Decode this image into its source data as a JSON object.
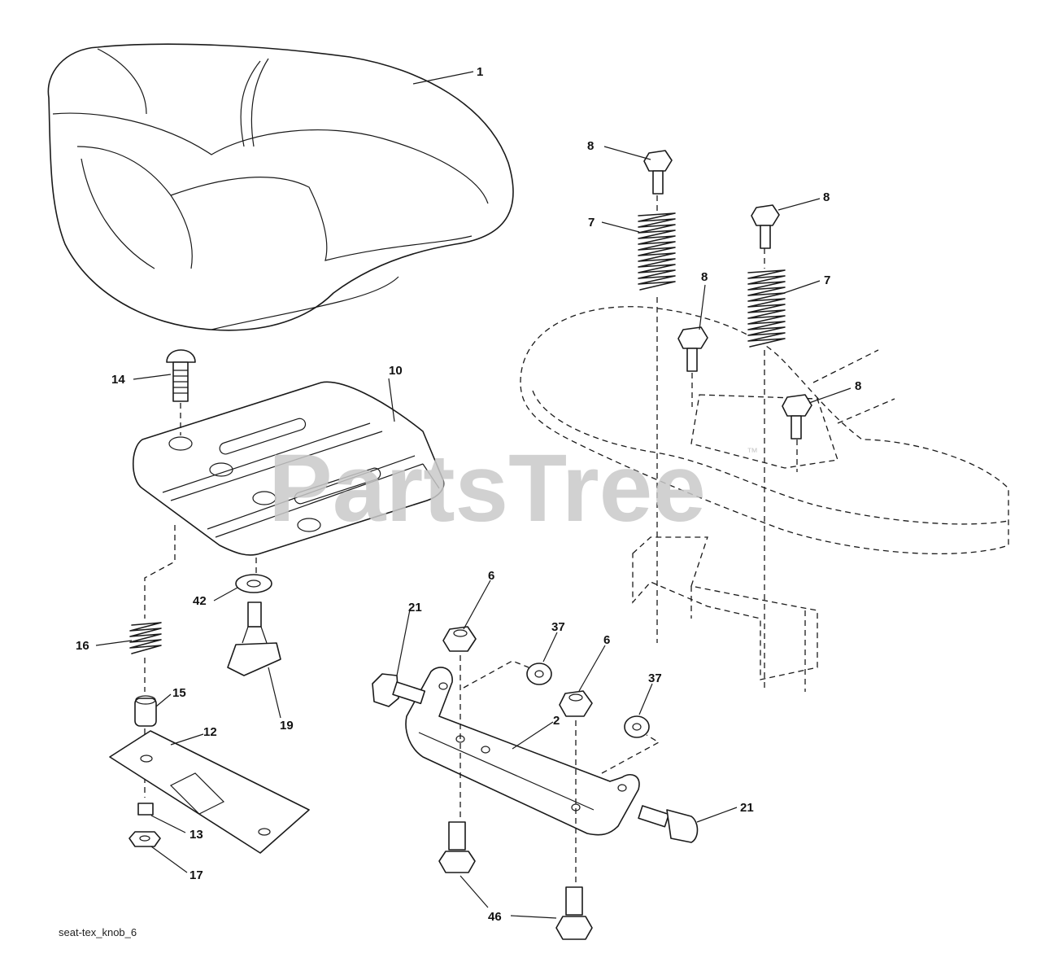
{
  "watermark": {
    "text": "PartsTree",
    "trademark": "™"
  },
  "diagram_code": "seat-tex_knob_6",
  "callouts": [
    "1",
    "8",
    "8",
    "7",
    "7",
    "8",
    "8",
    "14",
    "10",
    "42",
    "16",
    "15",
    "19",
    "12",
    "13",
    "17",
    "21",
    "6",
    "37",
    "6",
    "37",
    "2",
    "21",
    "46",
    "46"
  ]
}
